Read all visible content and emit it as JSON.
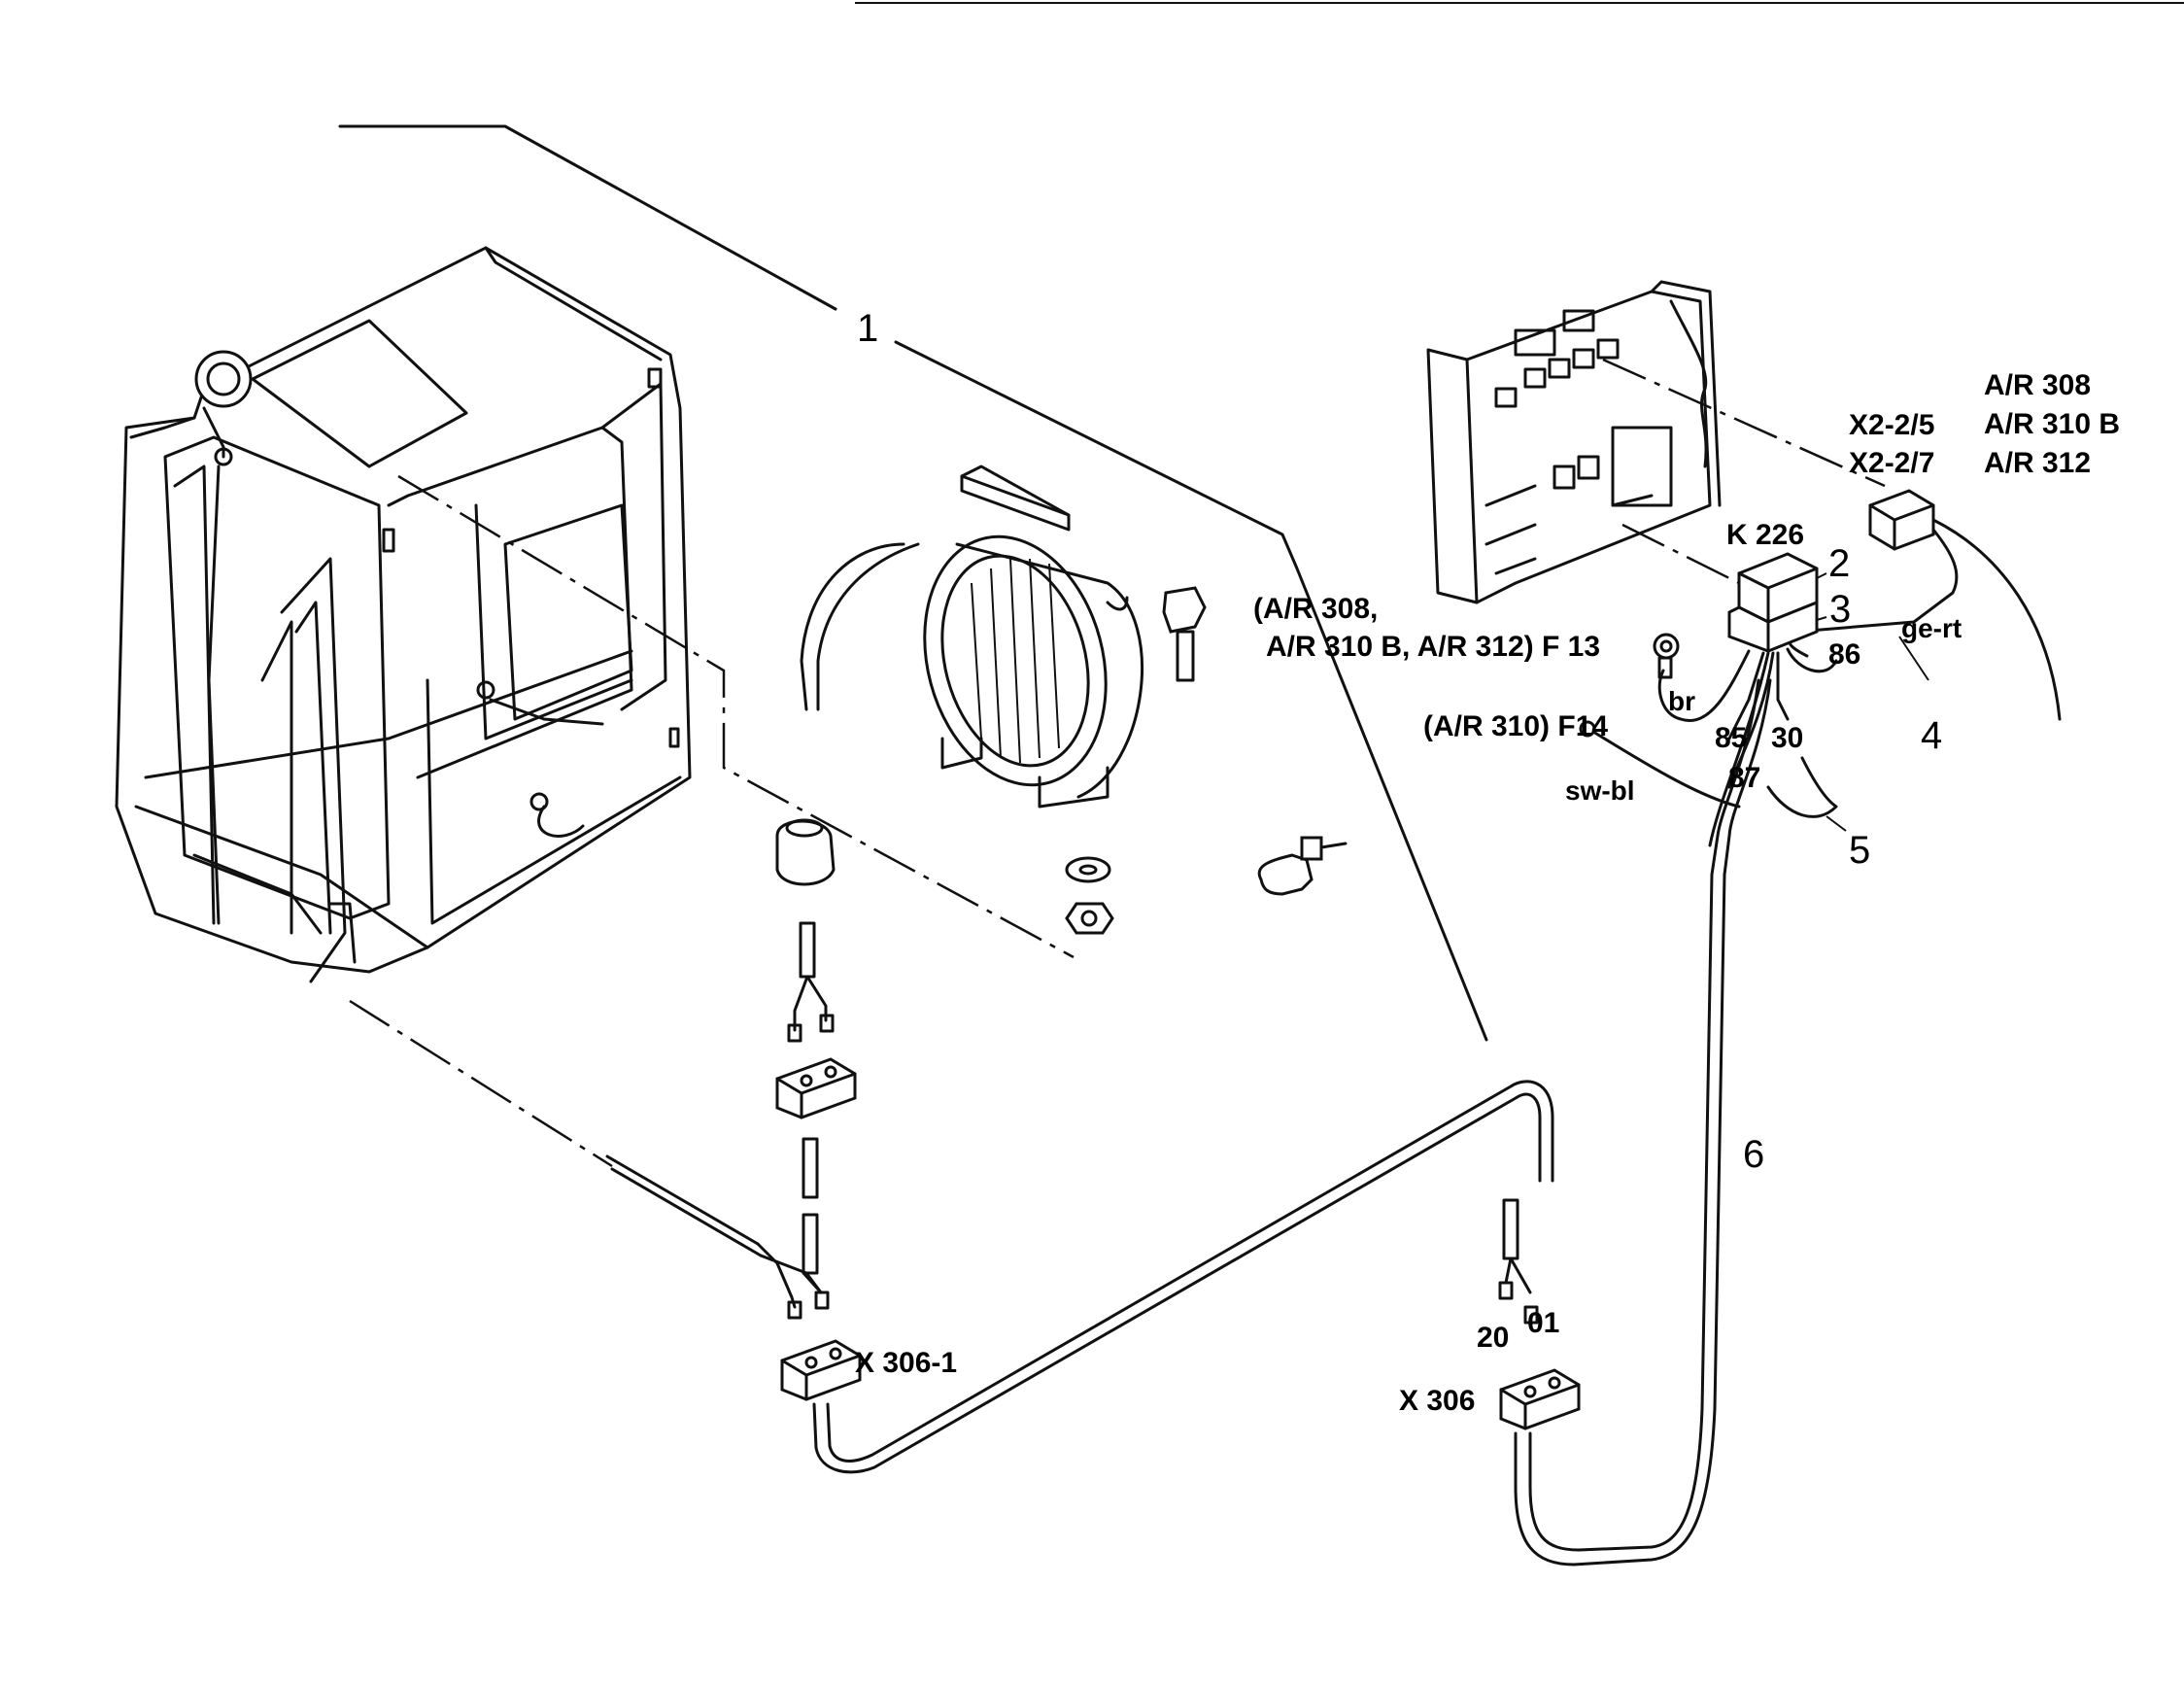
{
  "callouts": {
    "c1": "1",
    "c2": "2",
    "c3": "3",
    "c4": "4",
    "c5": "5",
    "c6": "6"
  },
  "codes": {
    "relay": "K 226",
    "x22_5": "X2-2/5",
    "x22_7": "X2-2/7",
    "ar308": "A/R 308",
    "ar310b": "A/R 310 B",
    "ar312": "A/R 312",
    "f13_line1": "(A/R 308,",
    "f13_line2": "A/R 310 B, A/R 312) F 13",
    "f14": "(A/R 310) F14",
    "x306_1": "X 306-1",
    "x306": "X 306"
  },
  "wires": {
    "br": "br",
    "sw_bl": "sw-bl",
    "ge_rt": "ge-rt"
  },
  "terminals": {
    "t86": "86",
    "t85": "85",
    "t30": "30",
    "t87": "87",
    "t20": "20",
    "t01": "01"
  }
}
